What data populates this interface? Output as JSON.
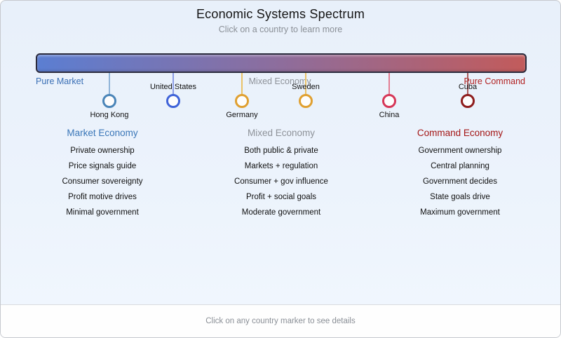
{
  "header": {
    "title": "Economic Systems Spectrum",
    "subtitle": "Click on a country to learn more"
  },
  "spectrum": {
    "bar_gradient": [
      "#5b7ed2",
      "#8e6d9c",
      "#c25b5b"
    ],
    "left_label": {
      "text": "Pure Market",
      "color": "#3a6fb5"
    },
    "center_label": {
      "text": "Mixed Economy",
      "color": "#8e9299"
    },
    "right_label": {
      "text": "Pure Command",
      "color": "#b22222"
    },
    "markers": [
      {
        "name": "Hong Kong",
        "position_pct": 15,
        "color": "#4a85b8",
        "line_color": "#8fb4d8",
        "label_side": "below"
      },
      {
        "name": "United States",
        "position_pct": 28,
        "color": "#3f63d8",
        "line_color": "#8c9de6",
        "label_side": "above"
      },
      {
        "name": "Germany",
        "position_pct": 42,
        "color": "#e0a030",
        "line_color": "#eac268",
        "label_side": "below"
      },
      {
        "name": "Sweden",
        "position_pct": 55,
        "color": "#e0a030",
        "line_color": "#eac268",
        "label_side": "above"
      },
      {
        "name": "China",
        "position_pct": 72,
        "color": "#d63657",
        "line_color": "#e37c92",
        "label_side": "below"
      },
      {
        "name": "Cuba",
        "position_pct": 88,
        "color": "#8e1c1c",
        "line_color": "#aa5b5b",
        "label_side": "above"
      }
    ]
  },
  "columns": [
    {
      "heading": "Market Economy",
      "heading_color": "#3a76b8",
      "items": [
        "Private ownership",
        "Price signals guide",
        "Consumer sovereignty",
        "Profit motive drives",
        "Minimal government"
      ]
    },
    {
      "heading": "Mixed Economy",
      "heading_color": "#8e9299",
      "items": [
        "Both public & private",
        "Markets + regulation",
        "Consumer + gov influence",
        "Profit + social goals",
        "Moderate government"
      ]
    },
    {
      "heading": "Command Economy",
      "heading_color": "#a31515",
      "items": [
        "Government ownership",
        "Central planning",
        "Government decides",
        "State goals drive",
        "Maximum government"
      ]
    }
  ],
  "footer": {
    "hint": "Click on any country marker to see details"
  }
}
